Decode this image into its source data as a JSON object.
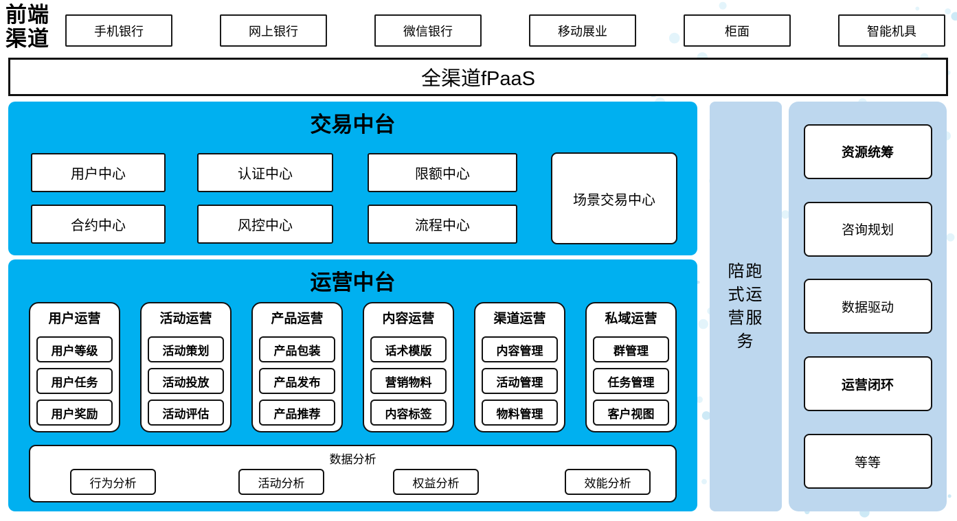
{
  "frontend": {
    "label": "前端渠道",
    "channels": [
      "手机银行",
      "网上银行",
      "微信银行",
      "移动展业",
      "柜面",
      "智能机具"
    ]
  },
  "fpaas": {
    "label": "全渠道fPaaS"
  },
  "trade_platform": {
    "title": "交易中台",
    "centers": [
      "用户中心",
      "认证中心",
      "限额中心",
      "合约中心",
      "风控中心",
      "流程中心"
    ],
    "scene_center": "场景交易中心"
  },
  "ops_platform": {
    "title": "运营中台",
    "groups": [
      {
        "title": "用户运营",
        "items": [
          "用户等级",
          "用户任务",
          "用户奖励"
        ]
      },
      {
        "title": "活动运营",
        "items": [
          "活动策划",
          "活动投放",
          "活动评估"
        ]
      },
      {
        "title": "产品运营",
        "items": [
          "产品包装",
          "产品发布",
          "产品推荐"
        ]
      },
      {
        "title": "内容运营",
        "items": [
          "话术模版",
          "营销物料",
          "内容标签"
        ]
      },
      {
        "title": "渠道运营",
        "items": [
          "内容管理",
          "活动管理",
          "物料管理"
        ]
      },
      {
        "title": "私域运营",
        "items": [
          "群管理",
          "任务管理",
          "客户视图"
        ]
      }
    ],
    "data_analysis": {
      "title": "数据分析",
      "items": [
        "行为分析",
        "活动分析",
        "权益分析",
        "效能分析"
      ]
    }
  },
  "coach_service": {
    "label": "陪跑式运营服务"
  },
  "right_panel": {
    "items": [
      {
        "label": "资源统筹",
        "bold": true
      },
      {
        "label": "咨询规划",
        "bold": false
      },
      {
        "label": "数据驱动",
        "bold": false
      },
      {
        "label": "运营闭环",
        "bold": true
      },
      {
        "label": "等等",
        "bold": false
      }
    ]
  },
  "colors": {
    "primary_blue": "#00B0F0",
    "light_blue": "#BDD7EE",
    "dot_light": "#E3F4FB",
    "dot_mid": "#CDE9F6",
    "border": "#111111"
  }
}
